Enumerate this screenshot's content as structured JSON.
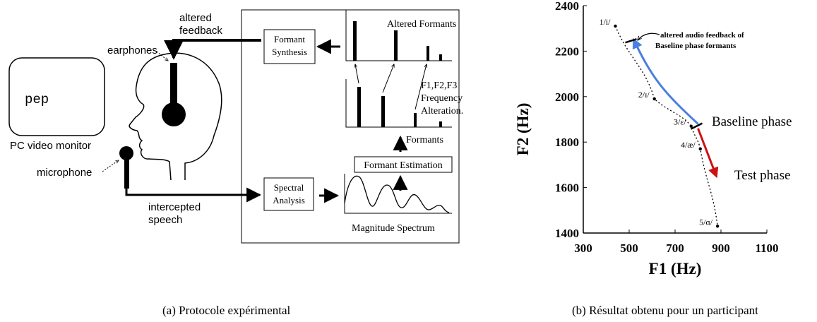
{
  "left_panel": {
    "caption": "(a) Protocole expérimental",
    "monitor_text": "pep",
    "monitor_label": "PC video monitor",
    "earphones_label": "earphones",
    "microphone_label": "microphone",
    "altered_feedback_label": [
      "altered",
      "feedback"
    ],
    "intercepted_speech_label": [
      "intercepted",
      "speech"
    ],
    "formant_synthesis_label": [
      "Formant",
      "Synthesis"
    ],
    "spectral_analysis_label": [
      "Spectral",
      "Analysis"
    ],
    "formant_estimation_label": "Formant Estimation",
    "altered_formants_label": "Altered Formants",
    "formants_label": "Formants",
    "magnitude_spectrum_label": "Magnitude Spectrum",
    "alteration_label": [
      "F1,F2,F3",
      "Frequency",
      "Alteration."
    ]
  },
  "right_panel": {
    "caption": "(b) Résultat obtenu pour un participant",
    "chart_data": {
      "type": "scatter",
      "xlabel": "F1 (Hz)",
      "ylabel": "F2 (Hz)",
      "xlim": [
        300,
        1100
      ],
      "ylim": [
        1400,
        2400
      ],
      "xticks": [
        "300",
        "500",
        "700",
        "900",
        "1100"
      ],
      "yticks": [
        "1400",
        "1600",
        "1800",
        "2000",
        "2200",
        "2400"
      ],
      "vowel_points": [
        {
          "label": "1/i/",
          "x": 440,
          "y": 2310
        },
        {
          "label": "2/ɪ/",
          "x": 610,
          "y": 1990
        },
        {
          "label": "3/ε/",
          "x": 770,
          "y": 1870
        },
        {
          "label": "4/æ/",
          "x": 810,
          "y": 1770
        },
        {
          "label": "5/ɑ/",
          "x": 885,
          "y": 1430
        }
      ],
      "baseline_feedback_curve": [
        [
          800,
          1880
        ],
        [
          650,
          2020
        ],
        [
          600,
          2080
        ],
        [
          520,
          2250
        ]
      ],
      "test_phase_arrow": [
        [
          800,
          1860
        ],
        [
          880,
          1650
        ]
      ],
      "annotations": {
        "baseline_phase": "Baseline phase",
        "test_phase": "Test phase",
        "altered_feedback": [
          "altered audio feedback of",
          "Baseline phase formants"
        ]
      },
      "colors": {
        "feedback": "#4a7fe0",
        "test": "#cc1111"
      }
    }
  }
}
